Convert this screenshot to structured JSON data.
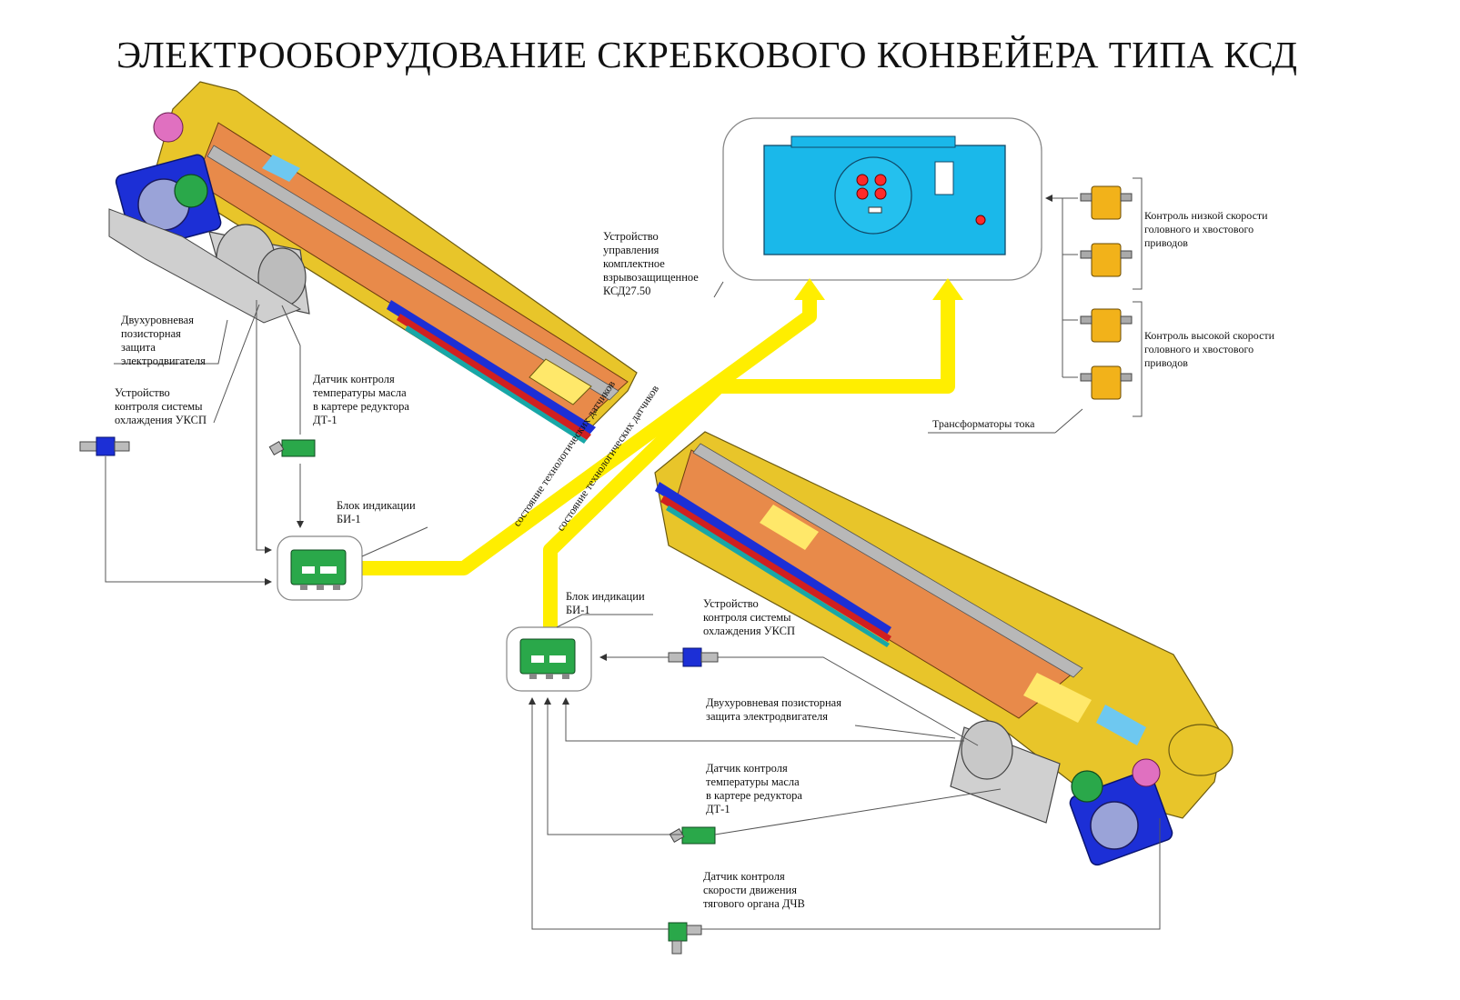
{
  "title": "ЭЛЕКТРООБОРУДОВАНИЕ СКРЕБКОВОГО КОНВЕЙЕРА ТИПА КСД",
  "control_device_label": "Устройство\nуправления\nкомплектное\nвзрывозащищенное\nКСД27.50",
  "signal_label_1": "состояние технологических датчиков",
  "signal_label_2": "состояние технологических датчиков",
  "ct_low_label": "Контроль низкой скорости\nголовного и хвостового\nприводов",
  "ct_high_label": "Контроль высокой скорости\nголовного и хвостового\nприводов",
  "ct_label": "Трансформаторы тока",
  "left": {
    "protection_label": "Двухуровневая\nпозисторная\nзащита\nэлектродвигателя",
    "cooling_label": "Устройство\nконтроля системы\nохлаждения УКСП",
    "oil_label": "Датчик контроля\nтемпературы масла\nв картере редуктора\nДТ-1",
    "indicator_label": "Блок индикации\nБИ-1"
  },
  "right": {
    "indicator_label": "Блок индикации\nБИ-1",
    "cooling_label": "Устройство\nконтроля системы\nохлаждения УКСП",
    "protection_label": "Двухуровневая позисторная\nзащита электродвигателя",
    "oil_label": "Датчик контроля\nтемпературы масла\nв картере редуктора\nДТ-1",
    "speed_label": "Датчик контроля\nскорости движения\nтягового органа ДЧВ"
  },
  "colors": {
    "signal": "#ffee00",
    "cabinet": "#1ab8ea",
    "indicator": "#2aa84a",
    "cooling": "#1c2fd6",
    "ct": "#f2b21a",
    "pan": "#e88a4a",
    "frame": "#e8c52a"
  }
}
